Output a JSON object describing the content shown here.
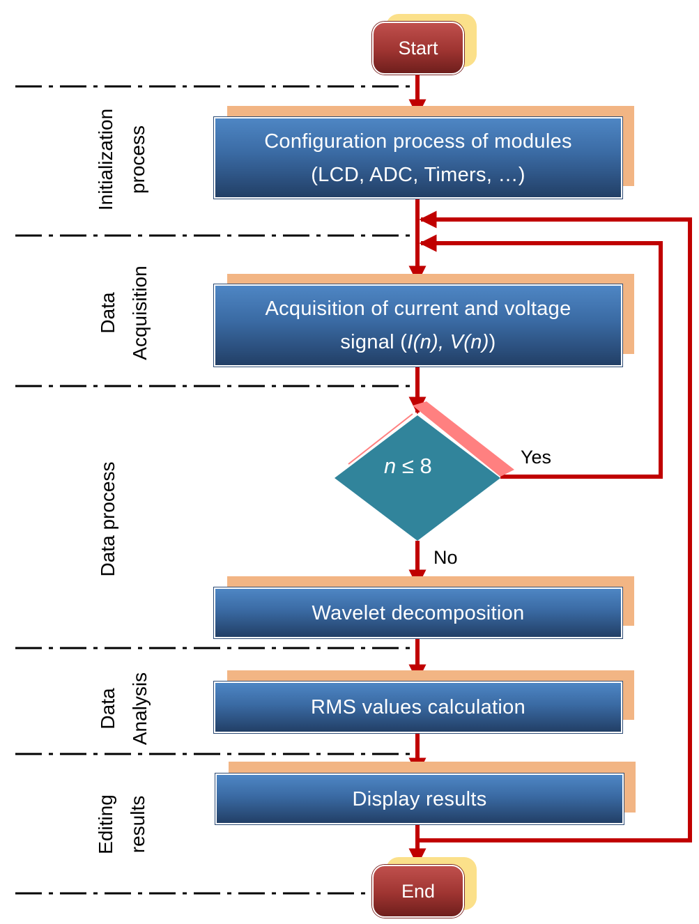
{
  "terminals": {
    "start": "Start",
    "end": "End"
  },
  "steps": {
    "config": {
      "line1": "Configuration process of modules",
      "line2": "(LCD, ADC, Timers, …)"
    },
    "acquisition": {
      "line1": "Acquisition of current and voltage",
      "line2_prefix": "signal (",
      "line2_italic": "I(n), V(n)",
      "line2_suffix": ")"
    },
    "wavelet": "Wavelet decomposition",
    "rms": "RMS values calculation",
    "display": "Display results"
  },
  "decision": {
    "variable": "n",
    "condition": " ≤ 8",
    "yes_label": "Yes",
    "no_label": "No"
  },
  "lanes": {
    "initialization": [
      "Initialization",
      "process"
    ],
    "acquisition": [
      "Data",
      "Acquisition"
    ],
    "process": [
      "Data process"
    ],
    "analysis": [
      "Data",
      "Analysis"
    ],
    "editing": [
      "Editing",
      "results"
    ]
  },
  "colors": {
    "arrow": "#c00000",
    "process_box": "#3a6aa3",
    "process_shadow": "#f2b584",
    "terminal": "#9e3431",
    "terminal_shadow": "#fbe08a",
    "decision": "#31849b",
    "decision_shadow": "#ff8080"
  }
}
